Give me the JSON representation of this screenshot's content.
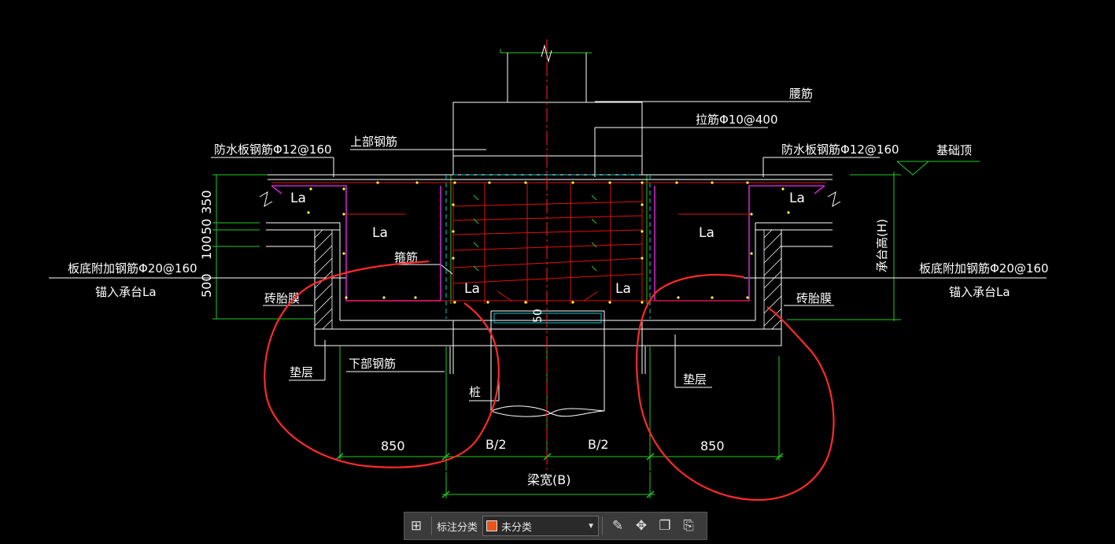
{
  "labels": {
    "waist_rebar": "腰筋",
    "tie_rebar": "拉筋Φ10@400",
    "upper_rebar": "上部钢筋",
    "wp_rebar_left": "防水板钢筋Φ12@160",
    "wp_rebar_right": "防水板钢筋Φ12@160",
    "foundation_top": "基础顶",
    "cap_height": "承台高(H)",
    "slab_add_left_1": "板底附加钢筋Φ20@160",
    "slab_add_left_2": "锚入承台La",
    "slab_add_right_1": "板底附加钢筋Φ20@160",
    "slab_add_right_2": "锚入承台La",
    "stirrup": "箍筋",
    "brick_mold_left": "砖胎膜",
    "brick_mold_right": "砖胎膜",
    "cushion_left": "垫层",
    "cushion_right": "垫层",
    "lower_rebar": "下部钢筋",
    "pile": "桩",
    "small_dim": "50",
    "la_labels": [
      "La",
      "La",
      "La",
      "La",
      "La",
      "La"
    ]
  },
  "dimensions": {
    "left_stack": [
      "350",
      "50",
      "100",
      "500"
    ],
    "bottom_850_left": "850",
    "bottom_half_left": "B/2",
    "bottom_half_right": "B/2",
    "bottom_850_right": "850",
    "beam_width": "梁宽(B)"
  },
  "toolbar": {
    "label": "标注分类",
    "selected": "未分类",
    "swatch_color": "#e8541c"
  },
  "colors": {
    "background": "#000000",
    "outline": "#ffffff",
    "dimension": "#22cc22",
    "rebar": "#e01010",
    "stirrup": "#cc22cc",
    "centerline": "#ff2222",
    "hidden": "#00cccc",
    "markup": "#ff2a2a"
  }
}
